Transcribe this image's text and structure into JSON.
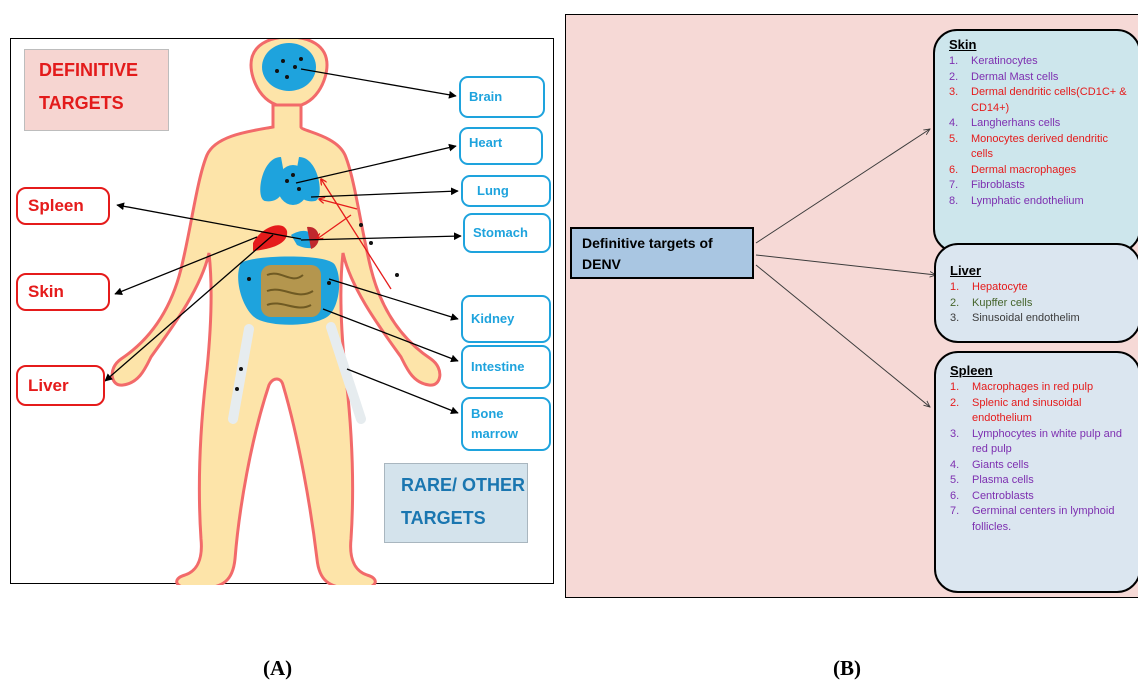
{
  "panel_a": {
    "definitive_label": [
      "DEFINITIVE",
      "TARGETS"
    ],
    "rare_label": [
      "RARE/ OTHER",
      "TARGETS"
    ],
    "definitive_organs": [
      "Spleen",
      "Skin",
      "Liver"
    ],
    "other_organs": [
      "Brain",
      "Heart",
      "Lung",
      "Stomach",
      "Kidney",
      "Intestine",
      "Bone marrow"
    ],
    "bone_marrow_lines": [
      "Bone",
      "marrow"
    ]
  },
  "panel_b": {
    "center_box": [
      "Definitive targets of",
      "DENV"
    ],
    "skin": {
      "title": "Skin",
      "items": [
        {
          "num": "1.",
          "text": "Keratinocytes",
          "color": "#7d2fb0"
        },
        {
          "num": "2.",
          "text": "Dermal Mast cells",
          "color": "#7d2fb0"
        },
        {
          "num": "3.",
          "text": "Dermal dendritic cells(CD1C+ & CD14+)",
          "color": "#e51b1b"
        },
        {
          "num": "4.",
          "text": "Langherhans cells",
          "color": "#7d2fb0"
        },
        {
          "num": "5.",
          "text": "Monocytes derived dendritic cells",
          "color": "#e51b1b"
        },
        {
          "num": "6.",
          "text": "Dermal macrophages",
          "color": "#e51b1b"
        },
        {
          "num": "7.",
          "text": "Fibroblasts",
          "color": "#7d2fb0"
        },
        {
          "num": "8.",
          "text": "Lymphatic endothelium",
          "color": "#7d2fb0"
        }
      ]
    },
    "liver": {
      "title": "Liver",
      "items": [
        {
          "num": "1.",
          "text": "Hepatocyte",
          "color": "#e51b1b"
        },
        {
          "num": "2.",
          "text": "Kupffer cells",
          "color": "#45642b"
        },
        {
          "num": "3.",
          "text": "Sinusoidal endothelim",
          "color": "#3b3b3b"
        }
      ]
    },
    "spleen": {
      "title": "Spleen",
      "items": [
        {
          "num": "1.",
          "text": "Macrophages in red pulp",
          "color": "#e51b1b"
        },
        {
          "num": "2.",
          "text": "Splenic and sinusoidal endothelium",
          "color": "#e51b1b"
        },
        {
          "num": "3.",
          "text": "Lymphocytes in white pulp and red pulp",
          "color": "#7d2fb0"
        },
        {
          "num": "4.",
          "text": "Giants cells",
          "color": "#7d2fb0"
        },
        {
          "num": "5.",
          "text": "Plasma cells",
          "color": "#7d2fb0"
        },
        {
          "num": "6.",
          "text": "Centroblasts",
          "color": "#7d2fb0"
        },
        {
          "num": "7.",
          "text": "Germinal centers in lymphoid follicles.",
          "color": "#7d2fb0"
        }
      ]
    }
  },
  "captions": [
    "(A)",
    "(B)"
  ],
  "colors": {
    "definitive": "#e51b1b",
    "other": "#1ea3dd",
    "body_fill": "#fde4a9",
    "panel_b_bg": "#f6d9d6",
    "cell_box_bg": "#cde6ec"
  }
}
